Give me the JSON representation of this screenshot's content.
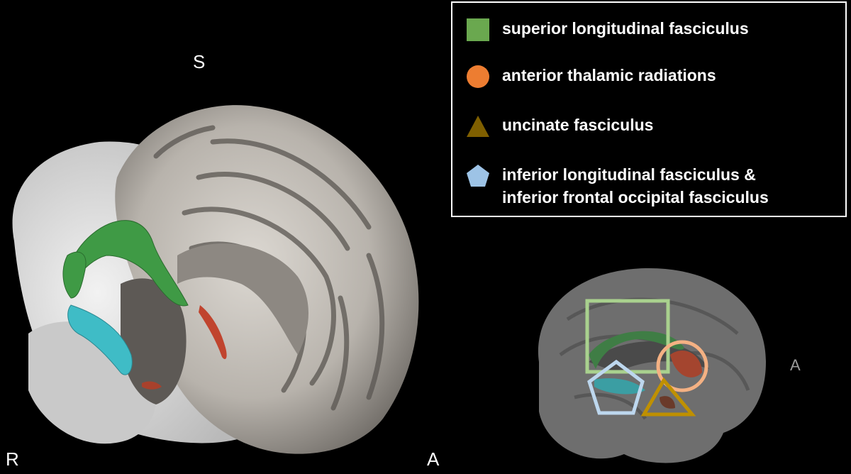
{
  "left_view": {
    "labels": {
      "top": "S",
      "bottom_left": "R",
      "bottom_right": "A"
    }
  },
  "right_view": {
    "labels": {
      "front": "A"
    }
  },
  "legend": {
    "items": [
      {
        "text": "superior longitudinal fasciculus",
        "shape": "square",
        "color": "#6aa84f"
      },
      {
        "text": "anterior thalamic radiations",
        "shape": "circle",
        "color": "#ed7d31"
      },
      {
        "text": "uncinate fasciculus",
        "shape": "triangle",
        "color": "#7f5f00"
      },
      {
        "text": "inferior longitudinal fasciculus &",
        "text2": "inferior frontal occipital fasciculus",
        "shape": "pentagon",
        "color": "#9dc3e6"
      }
    ]
  },
  "colors": {
    "slf_outline": "#a9d18e",
    "atr_outline": "#f4b183",
    "uf_outline": "#bf9000",
    "ilf_outline": "#bdd7ee"
  }
}
